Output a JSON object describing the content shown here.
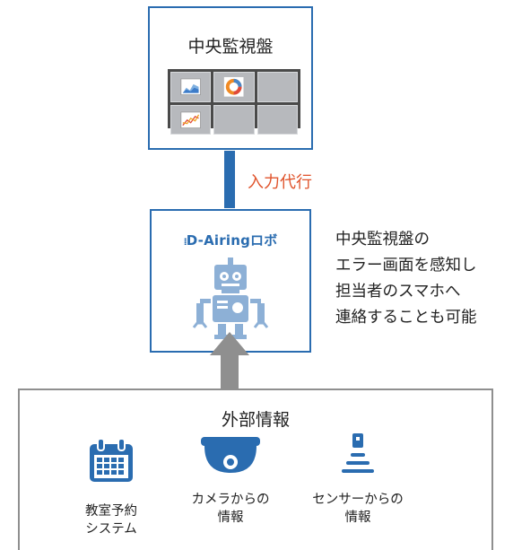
{
  "monitor": {
    "title": "中央監視盤"
  },
  "connector": {
    "label": "入力代行"
  },
  "robot": {
    "brand": "D-Airingロボ",
    "description_lines": [
      "中央監視盤の",
      "エラー画面を感知し",
      "担当者のスマホへ",
      "連絡することも可能"
    ]
  },
  "external": {
    "title": "外部情報",
    "sources": [
      {
        "icon": "calendar-icon",
        "label_lines": [
          "教室予約",
          "システム"
        ]
      },
      {
        "icon": "security-camera-icon",
        "label_lines": [
          "カメラからの",
          "情報"
        ]
      },
      {
        "icon": "sensor-icon",
        "label_lines": [
          "センサーからの",
          "情報"
        ]
      }
    ]
  },
  "colors": {
    "blue": "#2a6cb0",
    "orange": "#e0532b",
    "gray": "#8f8f8f",
    "robot_blue": "#8db0d6"
  }
}
